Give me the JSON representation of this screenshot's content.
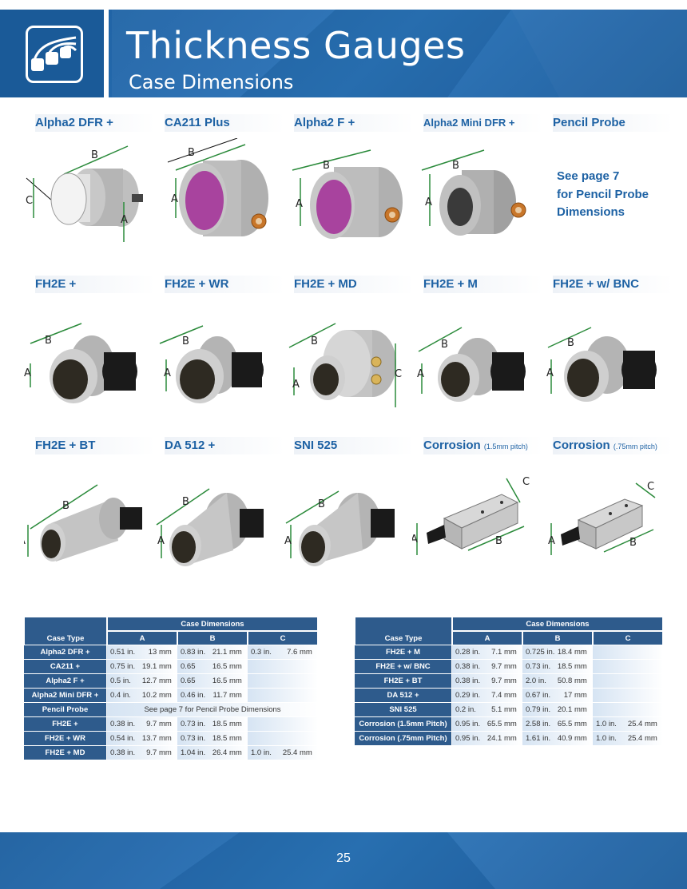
{
  "header": {
    "title": "Thickness Gauges",
    "subtitle": "Case Dimensions",
    "logo_icon": "probe-network-icon"
  },
  "colors": {
    "brand_blue": "#1e62a4",
    "table_header": "#2e5b8c",
    "light_blue": "#d6e4f3"
  },
  "products": [
    {
      "label": "Alpha2 DFR +",
      "dims": [
        "B",
        "C",
        "A"
      ]
    },
    {
      "label": "CA211 Plus",
      "dims": [
        "B",
        "A"
      ]
    },
    {
      "label": "Alpha2 F +",
      "dims": [
        "B",
        "A"
      ]
    },
    {
      "label": "Alpha2 Mini DFR +",
      "dims": [
        "B",
        "A"
      ]
    },
    {
      "label": "Pencil Probe",
      "dims": []
    },
    {
      "label": "FH2E +",
      "dims": [
        "B",
        "A"
      ]
    },
    {
      "label": "FH2E + WR",
      "dims": [
        "B",
        "A"
      ]
    },
    {
      "label": "FH2E + MD",
      "dims": [
        "B",
        "A",
        "C"
      ]
    },
    {
      "label": "FH2E + M",
      "dims": [
        "B",
        "A"
      ]
    },
    {
      "label": "FH2E + w/ BNC",
      "dims": [
        "B",
        "A"
      ]
    },
    {
      "label": "FH2E + BT",
      "dims": [
        "B",
        "A"
      ]
    },
    {
      "label": "DA 512 +",
      "dims": [
        "B",
        "A"
      ]
    },
    {
      "label": "SNI 525",
      "dims": [
        "B",
        "A"
      ]
    },
    {
      "label": "Corrosion",
      "note": "(1.5mm pitch)",
      "dims": [
        "C",
        "A",
        "B"
      ]
    },
    {
      "label": "Corrosion",
      "note": "(.75mm pitch)",
      "dims": [
        "C",
        "A",
        "B"
      ]
    }
  ],
  "pencil_note": [
    "See page 7",
    "for Pencil Probe",
    "Dimensions"
  ],
  "tables": {
    "group_header": "Case Dimensions",
    "type_header": "Case Type",
    "col_a": "A",
    "col_b": "B",
    "col_c": "C",
    "left_rows": [
      {
        "name": "Alpha2 DFR +",
        "a_in": "0.51 in.",
        "a_mm": "13 mm",
        "b_in": "0.83 in.",
        "b_mm": "21.1 mm",
        "c_in": "0.3 in.",
        "c_mm": "7.6 mm"
      },
      {
        "name": "CA211 +",
        "a_in": "0.75 in.",
        "a_mm": "19.1 mm",
        "b_in": "0.65",
        "b_mm": "16.5 mm",
        "c_in": "",
        "c_mm": ""
      },
      {
        "name": "Alpha2 F +",
        "a_in": "0.5 in.",
        "a_mm": "12.7 mm",
        "b_in": "0.65",
        "b_mm": "16.5 mm",
        "c_in": "",
        "c_mm": ""
      },
      {
        "name": "Alpha2 Mini DFR +",
        "a_in": "0.4 in.",
        "a_mm": "10.2 mm",
        "b_in": "0.46 in.",
        "b_mm": "11.7 mm",
        "c_in": "",
        "c_mm": ""
      },
      {
        "name": "Pencil Probe",
        "span": "See page 7 for Pencil Probe Dimensions"
      },
      {
        "name": "FH2E +",
        "a_in": "0.38 in.",
        "a_mm": "9.7 mm",
        "b_in": "0.73 in.",
        "b_mm": "18.5 mm",
        "c_in": "",
        "c_mm": ""
      },
      {
        "name": "FH2E + WR",
        "a_in": "0.54 in.",
        "a_mm": "13.7 mm",
        "b_in": "0.73 in.",
        "b_mm": "18.5 mm",
        "c_in": "",
        "c_mm": ""
      },
      {
        "name": "FH2E + MD",
        "a_in": "0.38 in.",
        "a_mm": "9.7 mm",
        "b_in": "1.04 in.",
        "b_mm": "26.4 mm",
        "c_in": "1.0 in.",
        "c_mm": "25.4 mm"
      }
    ],
    "right_rows": [
      {
        "name": "FH2E + M",
        "a_in": "0.28 in.",
        "a_mm": "7.1 mm",
        "b_in": "0.725 in.",
        "b_mm": "18.4 mm",
        "c_in": "",
        "c_mm": ""
      },
      {
        "name": "FH2E + w/ BNC",
        "a_in": "0.38 in.",
        "a_mm": "9.7 mm",
        "b_in": "0.73 in.",
        "b_mm": "18.5 mm",
        "c_in": "",
        "c_mm": ""
      },
      {
        "name": "FH2E + BT",
        "a_in": "0.38 in.",
        "a_mm": "9.7 mm",
        "b_in": "2.0 in.",
        "b_mm": "50.8 mm",
        "c_in": "",
        "c_mm": ""
      },
      {
        "name": "DA 512 +",
        "a_in": "0.29 in.",
        "a_mm": "7.4 mm",
        "b_in": "0.67 in.",
        "b_mm": "17 mm",
        "c_in": "",
        "c_mm": ""
      },
      {
        "name": "SNI 525",
        "a_in": "0.2 in.",
        "a_mm": "5.1 mm",
        "b_in": "0.79 in.",
        "b_mm": "20.1 mm",
        "c_in": "",
        "c_mm": ""
      },
      {
        "name": "Corrosion (1.5mm Pitch)",
        "a_in": "0.95 in.",
        "a_mm": "65.5 mm",
        "b_in": "2.58 in.",
        "b_mm": "65.5 mm",
        "c_in": "1.0 in.",
        "c_mm": "25.4 mm"
      },
      {
        "name": "Corrosion (.75mm Pitch)",
        "a_in": "0.95 in.",
        "a_mm": "24.1 mm",
        "b_in": "1.61 in.",
        "b_mm": "40.9 mm",
        "c_in": "1.0 in.",
        "c_mm": "25.4 mm"
      }
    ]
  },
  "footer": {
    "page_number": "25"
  }
}
